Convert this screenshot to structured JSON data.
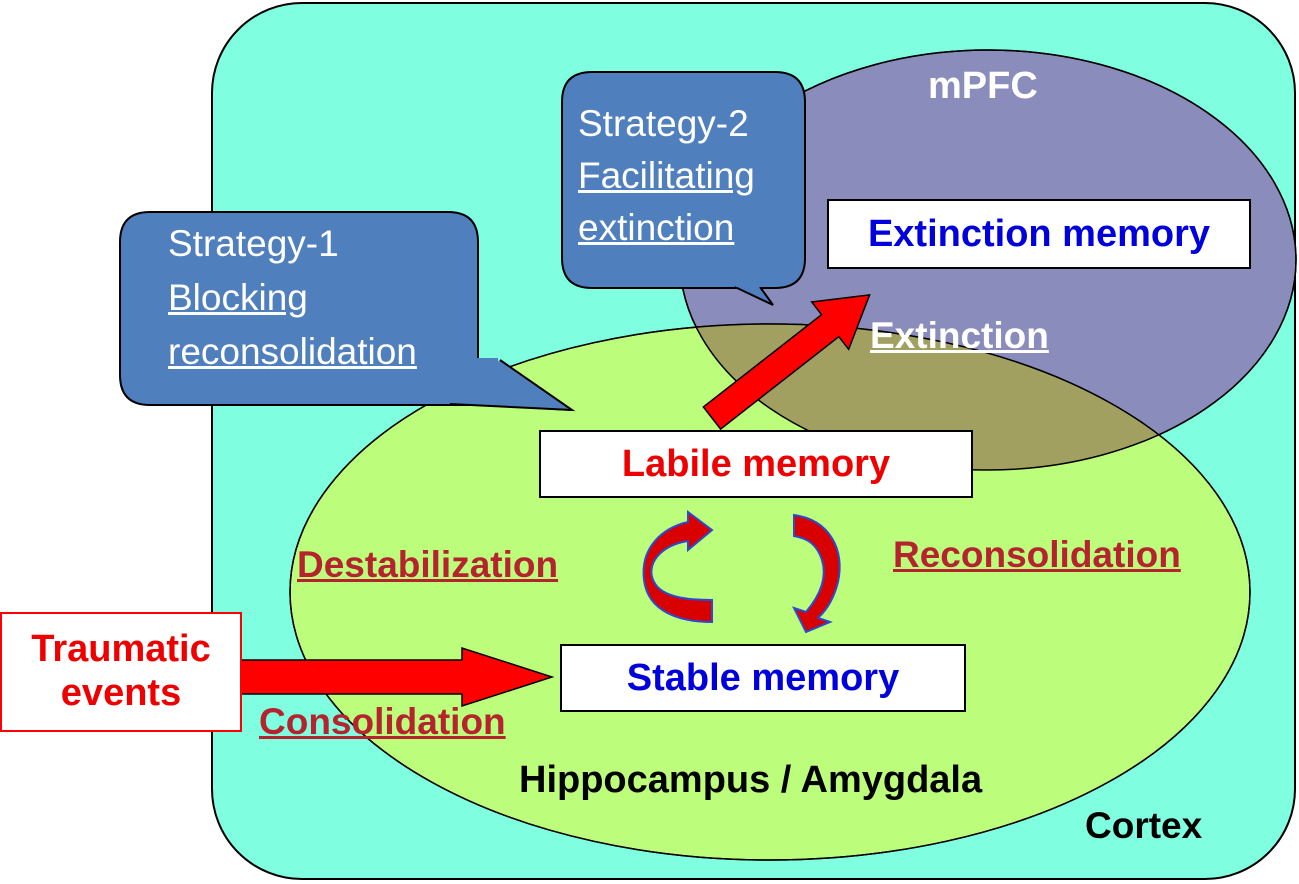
{
  "regions": {
    "cortex": "Cortex",
    "mpfc": "mPFC",
    "hippocampus_amygdala": "Hippocampus / Amygdala"
  },
  "memories": {
    "extinction": "Extinction memory",
    "labile": "Labile memory",
    "stable": "Stable memory"
  },
  "processes": {
    "extinction": "Extinction",
    "destabilization": "Destabilization",
    "reconsolidation": "Reconsolidation",
    "consolidation": "Consolidation"
  },
  "input": {
    "line1": "Traumatic",
    "line2": "events"
  },
  "strategy1": {
    "title": "Strategy-1",
    "line1": "Blocking",
    "line2": "reconsolidation"
  },
  "strategy2": {
    "title": "Strategy-2",
    "line1": "Facilitating",
    "line2": "extinction"
  },
  "colors": {
    "cortex_fill": "#7fffe0",
    "mpfc_fill": "#8a8cbc",
    "hippocampus_fill": "#bdfd7c",
    "overlap_fill": "#a2a061",
    "callout_fill": "#4f7fbd",
    "arrow_red": "#ff0000",
    "process_red": "#b4232e",
    "memory_blue": "#0000dd"
  }
}
